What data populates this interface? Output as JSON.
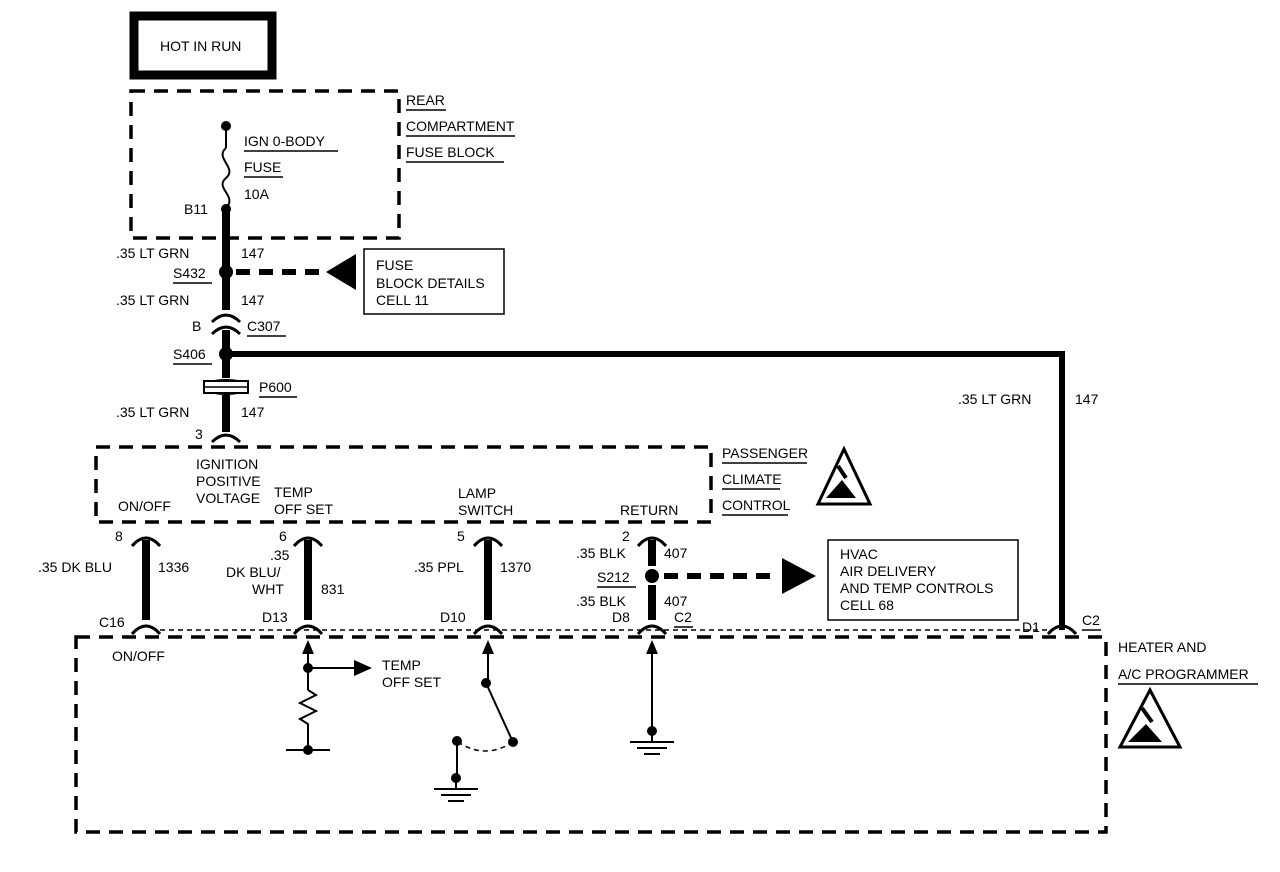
{
  "header": {
    "hot_in_run": "HOT IN RUN"
  },
  "fuse_block": {
    "title_1": "REAR",
    "title_2": "COMPARTMENT",
    "title_3": "FUSE BLOCK",
    "fuse_name_1": "IGN 0-BODY",
    "fuse_name_2": "FUSE",
    "fuse_rating": "10A",
    "terminal": "B11"
  },
  "wires": {
    "w1_gauge": ".35 LT GRN",
    "w1_circuit": "147",
    "w2_gauge": ".35 LT GRN",
    "w2_circuit": "147",
    "w3_gauge": ".35 LT GRN",
    "w3_circuit": "147",
    "w4_gauge": ".35 LT GRN",
    "w4_circuit": "147",
    "w5_gauge": ".35 DK BLU",
    "w5_circuit": "1336",
    "w6_gauge_1": ".35",
    "w6_gauge_2": "DK BLU/",
    "w6_gauge_3": "WHT",
    "w6_circuit": "831",
    "w7_gauge": ".35 PPL",
    "w7_circuit": "1370",
    "w8_gauge": ".35 BLK",
    "w8_circuit": "407",
    "w9_gauge": ".35 BLK",
    "w9_circuit": "407"
  },
  "splices": {
    "s432": "S432",
    "s406": "S406",
    "s212": "S212"
  },
  "connectors": {
    "c307_pin": "B",
    "c307": "C307",
    "p600": "P600",
    "pin3": "3",
    "pin8": "8",
    "pin6": "6",
    "pin5": "5",
    "pin2": "2",
    "c16": "C16",
    "d13": "D13",
    "d10": "D10",
    "d8": "D8",
    "c2a": "C2",
    "d1": "D1",
    "c2b": "C2"
  },
  "refs": {
    "fuse_details_1": "FUSE",
    "fuse_details_2": "BLOCK DETAILS",
    "fuse_details_3": "CELL 11",
    "hvac_1": "HVAC",
    "hvac_2": "AIR DELIVERY",
    "hvac_3": "AND TEMP CONTROLS",
    "hvac_4": "CELL 68"
  },
  "passenger_cc": {
    "title_1": "PASSENGER",
    "title_2": "CLIMATE",
    "title_3": "CONTROL",
    "ign_1": "IGNITION",
    "ign_2": "POSITIVE",
    "ign_3": "VOLTAGE",
    "onoff": "ON/OFF",
    "temp_1": "TEMP",
    "temp_2": "OFF SET",
    "lamp_1": "LAMP",
    "lamp_2": "SWITCH",
    "return": "RETURN"
  },
  "programmer": {
    "title_1": "HEATER AND",
    "title_2": "A/C PROGRAMMER",
    "onoff": "ON/OFF",
    "temp_1": "TEMP",
    "temp_2": "OFF SET"
  },
  "icons": [
    "esd-warning-icon",
    "ground-icon",
    "arrow-icon"
  ]
}
